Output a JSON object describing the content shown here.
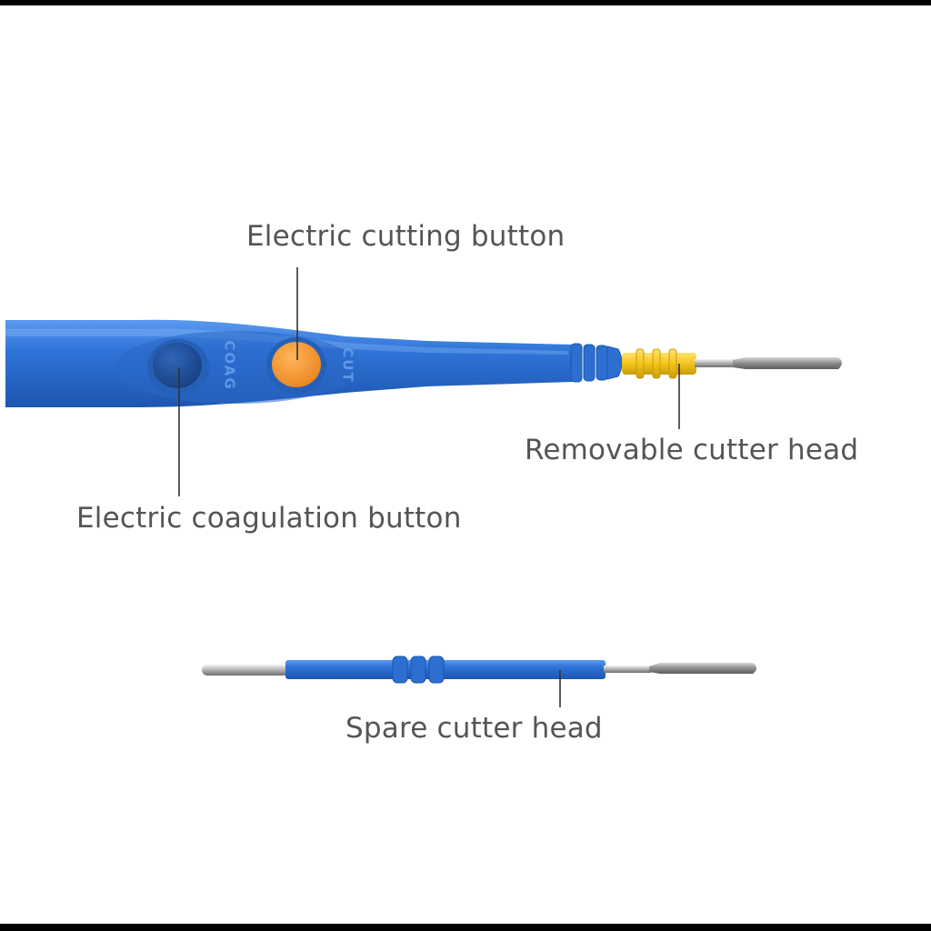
{
  "labels": {
    "cut_button": "Electric cutting button",
    "coag_button": "Electric coagulation button",
    "removable_head": "Removable cutter head",
    "spare_head": "Spare cutter head"
  },
  "handle_markings": {
    "coag": "COAG",
    "cut": "CUT"
  },
  "colors": {
    "handle_blue": "#2f74d8",
    "coag_button": "#1f4f9a",
    "cut_button": "#f39a3a",
    "collar_yellow": "#f2c51c",
    "label_text": "#555555",
    "leader_line": "#333333"
  }
}
